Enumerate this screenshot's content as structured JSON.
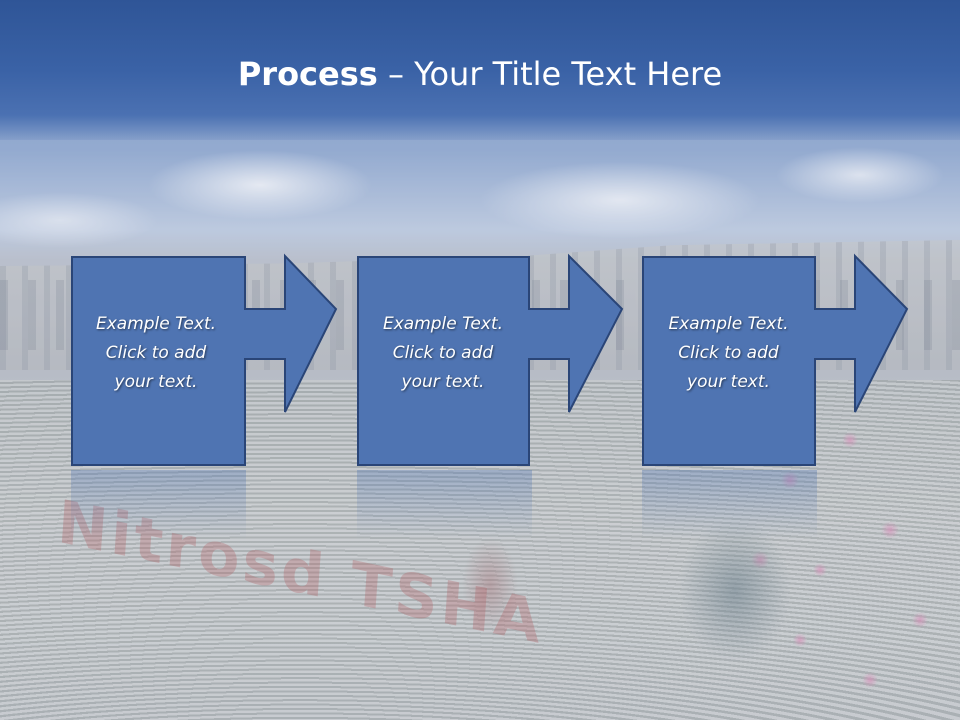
{
  "title": {
    "bold": "Process",
    "rest": " – Your Title Text Here"
  },
  "colors": {
    "title_band": "#2f5597",
    "shape_fill": "#4f74b2",
    "shape_stroke": "#2a4577",
    "text": "#ffffff"
  },
  "steps": [
    {
      "line1": "Example Text.",
      "line2": "Click  to add",
      "line3": "your text."
    },
    {
      "line1": "Example Text.",
      "line2": "Click  to add",
      "line3": "your text."
    },
    {
      "line1": "Example Text.",
      "line2": "Click  to add",
      "line3": "your text."
    }
  ],
  "background_watermark": "Nitrosd TSHA"
}
